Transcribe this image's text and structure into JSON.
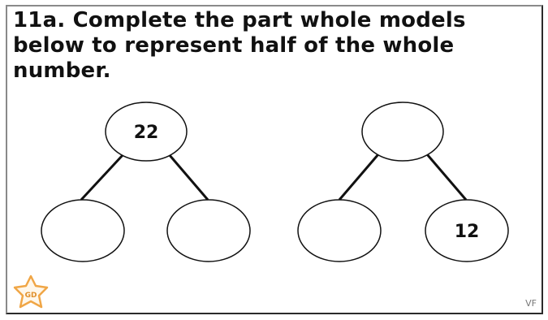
{
  "question": {
    "text": "11a. Complete the part whole models below to represent half of the whole number."
  },
  "models": [
    {
      "whole": "22",
      "part_left": "",
      "part_right": ""
    },
    {
      "whole": "",
      "part_left": "",
      "part_right": "12"
    }
  ],
  "badge": {
    "label": "GD",
    "icon": "star-icon",
    "color": "#f0a646"
  },
  "footer": {
    "code": "VF"
  }
}
